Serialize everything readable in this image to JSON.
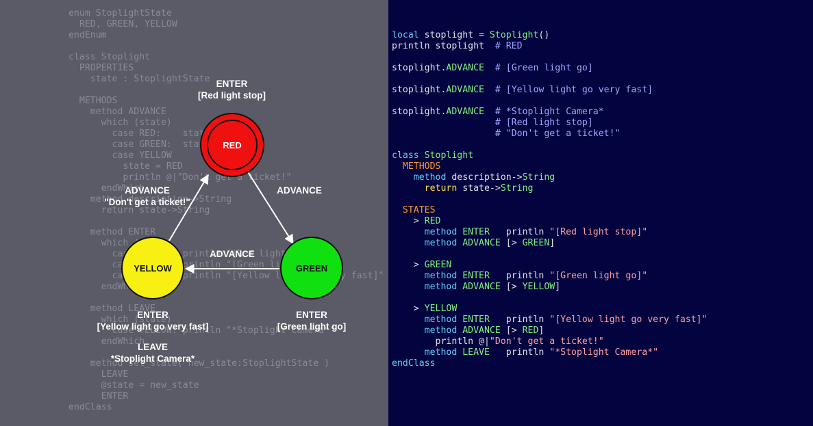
{
  "background_code": [
    "enum StoplightState",
    "  RED, GREEN, YELLOW",
    "endEnum",
    "",
    "class Stoplight",
    "  PROPERTIES",
    "    state : StoplightState",
    "",
    "  METHODS",
    "    method ADVANCE",
    "      which (state)",
    "        case RED:    state = GREEN",
    "        case GREEN:  state = YELLOW",
    "        case YELLOW",
    "          state = RED",
    "          println @|\"Don't get a ticket!\"",
    "      endWhich",
    "    method description->String",
    "      return state->String",
    "",
    "    method ENTER",
    "      which (state)",
    "        case RED:    println \"[Red light stop]\"",
    "        case GREEN:  println \"[Green light go]\"",
    "        case YELLOW: println \"[Yellow light go very fast]\"",
    "      endWhich",
    "",
    "    method LEAVE",
    "      which (state)",
    "        case YELLOW: println \"*Stoplight Camera*\"",
    "      endWhich",
    "",
    "    method set_state( new_state:StoplightState )",
    "      LEAVE",
    "      @state = new_state",
    "      ENTER",
    "endClass"
  ],
  "code_lines": [
    [
      [
        "tok-kw",
        "local"
      ],
      [
        "tok-plain",
        " stoplight = "
      ],
      [
        "tok-type",
        "Stoplight"
      ],
      [
        "tok-plain",
        "()"
      ]
    ],
    [
      [
        "tok-plain",
        "println stoplight  "
      ],
      [
        "tok-comment",
        "# RED"
      ]
    ],
    [],
    [
      [
        "tok-plain",
        "stoplight."
      ],
      [
        "tok-const",
        "ADVANCE"
      ],
      [
        "tok-plain",
        "  "
      ],
      [
        "tok-comment",
        "# [Green light go]"
      ]
    ],
    [],
    [
      [
        "tok-plain",
        "stoplight."
      ],
      [
        "tok-const",
        "ADVANCE"
      ],
      [
        "tok-plain",
        "  "
      ],
      [
        "tok-comment",
        "# [Yellow light go very fast]"
      ]
    ],
    [],
    [
      [
        "tok-plain",
        "stoplight."
      ],
      [
        "tok-const",
        "ADVANCE"
      ],
      [
        "tok-plain",
        "  "
      ],
      [
        "tok-comment",
        "# *Stoplight Camera*"
      ]
    ],
    [
      [
        "tok-plain",
        "                   "
      ],
      [
        "tok-comment",
        "# [Red light stop]"
      ]
    ],
    [
      [
        "tok-plain",
        "                   "
      ],
      [
        "tok-comment",
        "# \"Don't get a ticket!\""
      ]
    ],
    [],
    [
      [
        "tok-kw",
        "class"
      ],
      [
        "tok-plain",
        " "
      ],
      [
        "tok-type",
        "Stoplight"
      ]
    ],
    [
      [
        "tok-plain",
        "  "
      ],
      [
        "tok-section",
        "METHODS"
      ]
    ],
    [
      [
        "tok-plain",
        "    "
      ],
      [
        "tok-kw",
        "method"
      ],
      [
        "tok-plain",
        " description->"
      ],
      [
        "tok-type",
        "String"
      ]
    ],
    [
      [
        "tok-plain",
        "      "
      ],
      [
        "tok-ret",
        "return"
      ],
      [
        "tok-plain",
        " state->"
      ],
      [
        "tok-type",
        "String"
      ]
    ],
    [],
    [
      [
        "tok-plain",
        "  "
      ],
      [
        "tok-section",
        "STATES"
      ]
    ],
    [
      [
        "tok-plain",
        "    > "
      ],
      [
        "tok-const",
        "RED"
      ]
    ],
    [
      [
        "tok-plain",
        "      "
      ],
      [
        "tok-kw",
        "method"
      ],
      [
        "tok-plain",
        " "
      ],
      [
        "tok-const",
        "ENTER"
      ],
      [
        "tok-plain",
        "   println "
      ],
      [
        "tok-string",
        "\"[Red light stop]\""
      ]
    ],
    [
      [
        "tok-plain",
        "      "
      ],
      [
        "tok-kw",
        "method"
      ],
      [
        "tok-plain",
        " "
      ],
      [
        "tok-const",
        "ADVANCE"
      ],
      [
        "tok-plain",
        " [> "
      ],
      [
        "tok-const",
        "GREEN"
      ],
      [
        "tok-plain",
        "]"
      ]
    ],
    [],
    [
      [
        "tok-plain",
        "    > "
      ],
      [
        "tok-const",
        "GREEN"
      ]
    ],
    [
      [
        "tok-plain",
        "      "
      ],
      [
        "tok-kw",
        "method"
      ],
      [
        "tok-plain",
        " "
      ],
      [
        "tok-const",
        "ENTER"
      ],
      [
        "tok-plain",
        "   println "
      ],
      [
        "tok-string",
        "\"[Green light go]\""
      ]
    ],
    [
      [
        "tok-plain",
        "      "
      ],
      [
        "tok-kw",
        "method"
      ],
      [
        "tok-plain",
        " "
      ],
      [
        "tok-const",
        "ADVANCE"
      ],
      [
        "tok-plain",
        " [> "
      ],
      [
        "tok-const",
        "YELLOW"
      ],
      [
        "tok-plain",
        "]"
      ]
    ],
    [],
    [
      [
        "tok-plain",
        "    > "
      ],
      [
        "tok-const",
        "YELLOW"
      ]
    ],
    [
      [
        "tok-plain",
        "      "
      ],
      [
        "tok-kw",
        "method"
      ],
      [
        "tok-plain",
        " "
      ],
      [
        "tok-const",
        "ENTER"
      ],
      [
        "tok-plain",
        "   println "
      ],
      [
        "tok-string",
        "\"[Yellow light go very fast]\""
      ]
    ],
    [
      [
        "tok-plain",
        "      "
      ],
      [
        "tok-kw",
        "method"
      ],
      [
        "tok-plain",
        " "
      ],
      [
        "tok-const",
        "ADVANCE"
      ],
      [
        "tok-plain",
        " [> "
      ],
      [
        "tok-const",
        "RED"
      ],
      [
        "tok-plain",
        "]"
      ]
    ],
    [
      [
        "tok-plain",
        "        println @|"
      ],
      [
        "tok-string",
        "\"Don't get a ticket!\""
      ]
    ],
    [
      [
        "tok-plain",
        "      "
      ],
      [
        "tok-kw",
        "method"
      ],
      [
        "tok-plain",
        " "
      ],
      [
        "tok-const",
        "LEAVE"
      ],
      [
        "tok-plain",
        "   println "
      ],
      [
        "tok-string",
        "\"*Stoplight Camera*\""
      ]
    ],
    [
      [
        "tok-kw",
        "endClass"
      ]
    ]
  ],
  "diagram": {
    "states": {
      "red": {
        "label": "RED",
        "color": "#f01010"
      },
      "green": {
        "label": "GREEN",
        "color": "#10e010"
      },
      "yellow": {
        "label": "YELLOW",
        "color": "#f8f010"
      }
    },
    "transitions": {
      "red_to_green": "ADVANCE",
      "green_to_yellow": "ADVANCE",
      "yellow_to_red": "ADVANCE",
      "yellow_to_red_note": "\"Don't get a ticket!\""
    },
    "events": {
      "red_enter_title": "ENTER",
      "red_enter_text": "[Red light stop]",
      "green_enter_title": "ENTER",
      "green_enter_text": "[Green light go]",
      "yellow_enter_title": "ENTER",
      "yellow_enter_text": "[Yellow light go very fast]",
      "yellow_leave_title": "LEAVE",
      "yellow_leave_text": "*Stoplight Camera*"
    }
  },
  "colors": {
    "left_panel": "#5b5b67",
    "right_panel": "#03033f",
    "comment": "#9ea6ff",
    "keyword": "#5fd0ff",
    "type": "#7ef07e",
    "section": "#ff9a2a",
    "string": "#ffa0a0",
    "return": "#ffe040"
  }
}
